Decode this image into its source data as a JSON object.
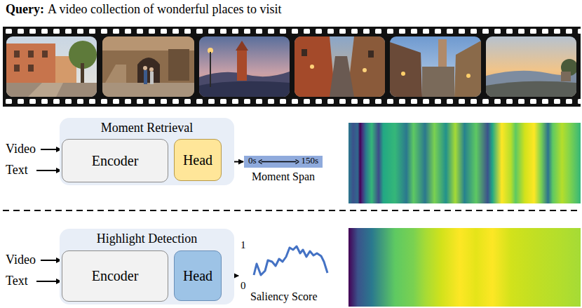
{
  "diagram": {
    "nodes": [
      {
        "text": [
          "Moment Retrieval"
        ]
      },
      {
        "text": [
          "Encoder"
        ],
        "in": 0
      },
      {
        "text": [
          "Head"
        ],
        "in": 0
      },
      {
        "text": [
          "0s",
          "150s",
          "Moment Span"
        ]
      },
      {
        "text": [
          "Highlight Detection"
        ]
      },
      {
        "text": [
          "Encoder"
        ],
        "in": 4
      },
      {
        "text": [
          "Head"
        ],
        "in": 4
      }
    ],
    "edges": [
      {
        "from": 1,
        "to": 2,
        "arrow": "to"
      },
      {
        "from": 2,
        "to": 3,
        "arrow": "to"
      },
      {
        "from": 5,
        "to": 6,
        "arrow": "to"
      }
    ],
    "labels": [
      "Query:",
      "A video collection of wonderful places to visit",
      "Video",
      "Text",
      "Video",
      "Text",
      "1",
      "0",
      "Saliency Score"
    ]
  }
}
